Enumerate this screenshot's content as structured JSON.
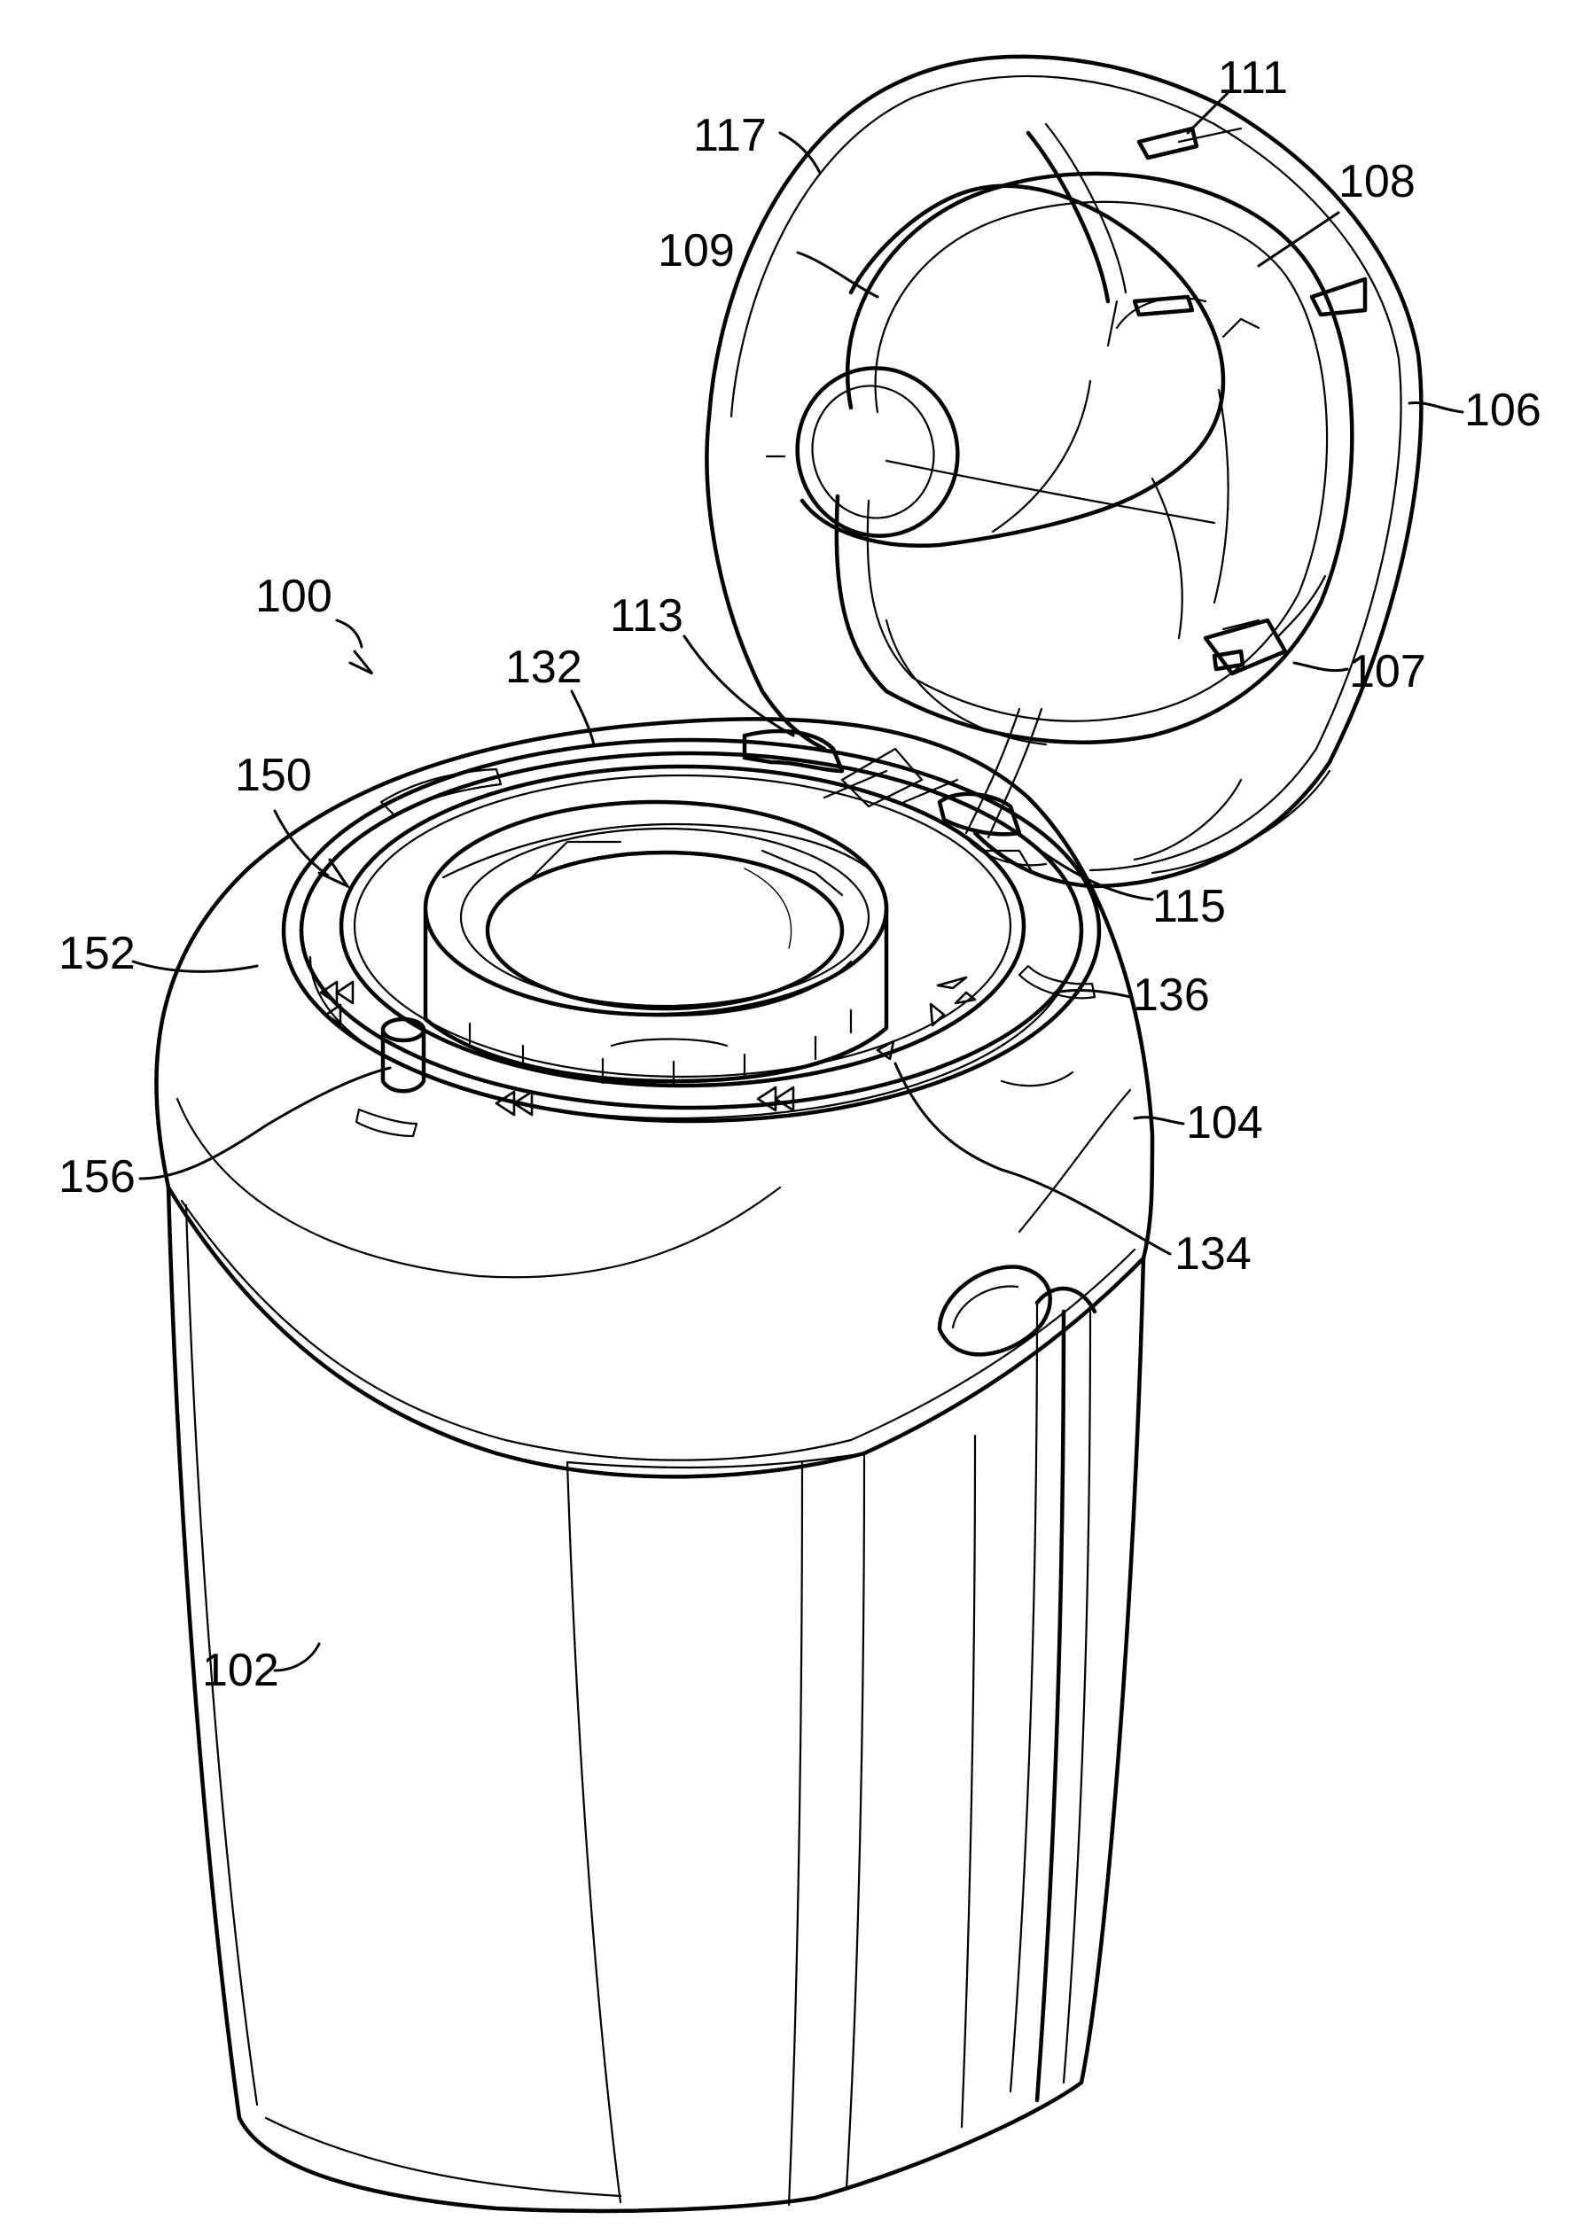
{
  "labels": {
    "r100": "100",
    "r102": "102",
    "r104": "104",
    "r106": "106",
    "r107": "107",
    "r108": "108",
    "r109": "109",
    "r111": "111",
    "r113": "113",
    "r115": "115",
    "r117": "117",
    "r132": "132",
    "r134": "134",
    "r136": "136",
    "r150": "150",
    "r152": "152",
    "r156": "156"
  }
}
